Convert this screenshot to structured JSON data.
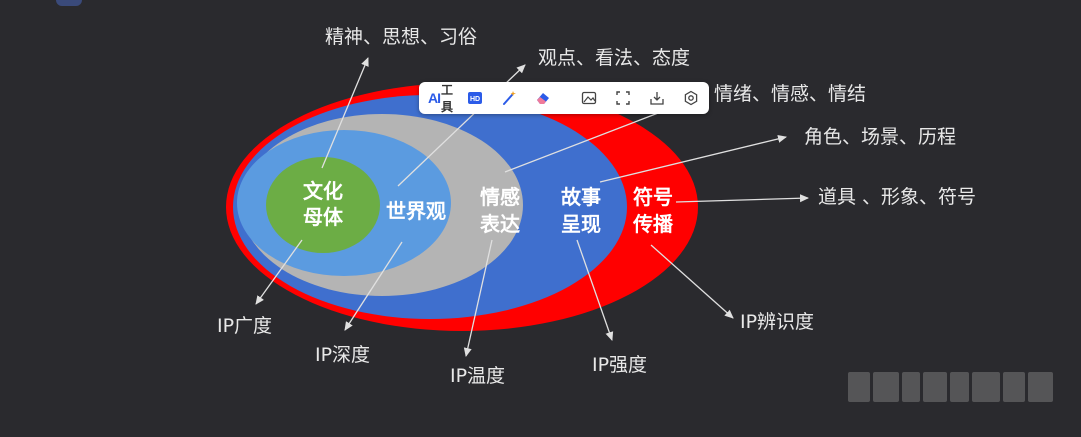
{
  "layers": [
    {
      "id": "symbol",
      "label_line1": "符号",
      "label_line2": "传播",
      "color": "#ff0000"
    },
    {
      "id": "story",
      "label_line1": "故事",
      "label_line2": "呈现",
      "color": "#3f6fce"
    },
    {
      "id": "emotion",
      "label_line1": "情感",
      "label_line2": "表达",
      "color": "#b4b4b4"
    },
    {
      "id": "worldview",
      "label_line1": "世界观",
      "color": "#5b9be0"
    },
    {
      "id": "culture",
      "label_line1": "文化",
      "label_line2": "母体",
      "color": "#6cad45"
    }
  ],
  "top_labels": {
    "culture": "精神、思想、习俗",
    "worldview": "观点、看法、态度",
    "emotion": "情绪、情感、情结",
    "story": "角色、场景、历程",
    "symbol": "道具 、形象、符号"
  },
  "bottom_labels": {
    "culture": "IP广度",
    "worldview": "IP深度",
    "emotion": "IP温度",
    "story": "IP强度",
    "symbol": "IP辨识度"
  },
  "toolbar": {
    "ai_label_prefix": "AI",
    "ai_label_suffix": "工具",
    "hd_text": "HD",
    "icons": [
      "ai-tools-icon",
      "hd-icon",
      "magic-wand-icon",
      "eraser-icon",
      "image-edit-icon",
      "crop-icon",
      "download-icon",
      "settings-icon"
    ]
  },
  "colors": {
    "background": "#2a2a2e",
    "arrow": "#e0e0e0",
    "text": "#e8e8e8"
  }
}
